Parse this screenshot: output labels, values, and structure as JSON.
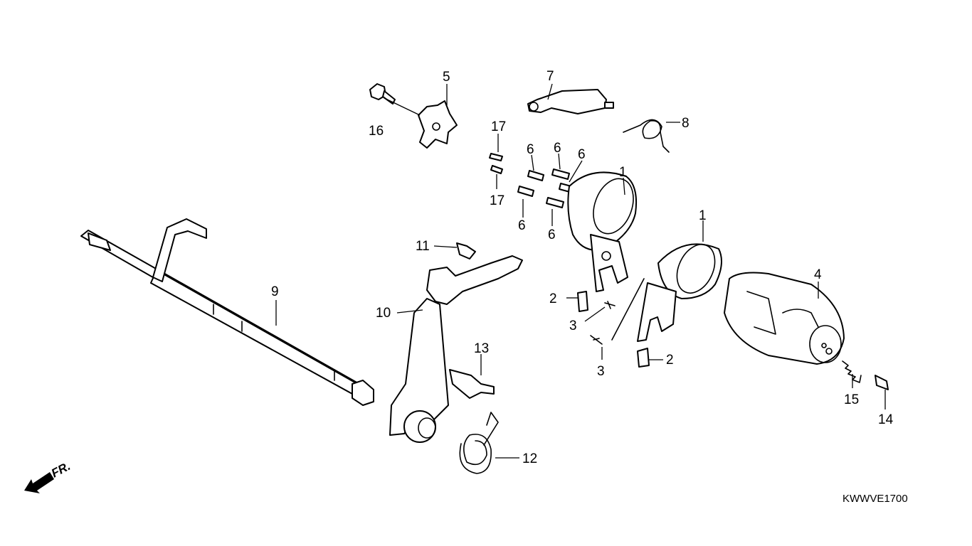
{
  "callouts": {
    "c1a": "1",
    "c1b": "1",
    "c2a": "2",
    "c2b": "2",
    "c3a": "3",
    "c3b": "3",
    "c4": "4",
    "c5": "5",
    "c6a": "6",
    "c6b": "6",
    "c6c": "6",
    "c6d": "6",
    "c6e": "6",
    "c7": "7",
    "c8": "8",
    "c9": "9",
    "c10": "10",
    "c11": "11",
    "c12": "12",
    "c13": "13",
    "c14": "14",
    "c15": "15",
    "c16": "16",
    "c17a": "17",
    "c17b": "17"
  },
  "front_label": "FR.",
  "diagram_code": "KWWVE1700",
  "colors": {
    "line": "#000000",
    "background": "#ffffff"
  }
}
